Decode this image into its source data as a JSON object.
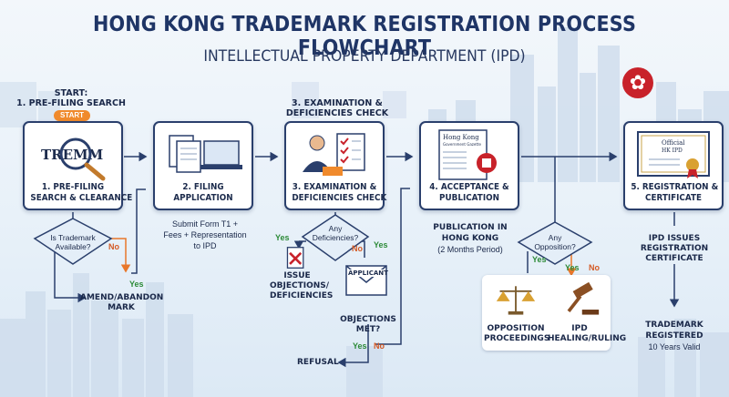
{
  "header": {
    "title": "HONG KONG TRADEMARK REGISTRATION PROCESS FLOWCHART",
    "subtitle": "INTELLECTUAL PROPERTY DEPARTMENT (IPD)"
  },
  "start": {
    "heading_line1": "START:",
    "heading_line2": "1. PRE-FILING SEARCH",
    "pill": "START"
  },
  "steps": [
    {
      "line1": "1. PRE-FILING",
      "line2": "SEARCH & CLEARANCE",
      "art_text": "TREMM"
    },
    {
      "line1": "2. FILING",
      "line2": "APPLICATION"
    },
    {
      "line1": "3. EXAMINATION &",
      "line2": "DEFICIENCIES CHECK"
    },
    {
      "line1": "4. ACCEPTANCE &",
      "line2": "PUBLICATION",
      "art_text_1": "Hong Kong",
      "art_text_2": "Government Gazette"
    },
    {
      "line1": "5. REGISTRATION &",
      "line2": "CERTIFICATE",
      "art_text_1": "Official",
      "art_text_2": "HK IPD"
    }
  ],
  "exam_heading": {
    "line1": "3. EXAMINATION &",
    "line2": "DEFICIENCIES CHECK"
  },
  "decisions": {
    "available": {
      "line1": "Is Trademark",
      "line2": "Available?",
      "no": "No",
      "yes": "Yes"
    },
    "deficiencies": {
      "line1": "Any",
      "line2": "Deficiencies?",
      "yes": "Yes",
      "no": "No",
      "yes2": "Yes"
    },
    "objections_met": {
      "line1": "OBJECTIONS",
      "line2": "MET?",
      "yes": "Yes",
      "no": "No"
    },
    "opposition": {
      "line1": "Any",
      "line2": "Opposition?",
      "yes": "Yes",
      "yes2": "Yes",
      "no": "No"
    }
  },
  "notes": {
    "amend": {
      "line1": "AMEND/ABANDON",
      "line2": "MARK"
    },
    "filing": {
      "line1": "Submit Form T1 +",
      "line2": "Fees + Representation",
      "line3": "to IPD"
    },
    "issue": {
      "line1": "ISSUE",
      "line2": "OBJECTIONS/",
      "line3": "DEFICIENCIES"
    },
    "applicant": "APPLICANT",
    "refusal": "REFUSAL",
    "publication": {
      "line1": "PUBLICATION IN",
      "line2": "HONG KONG",
      "line3": "(2 Months Period)"
    },
    "ipd_issues": {
      "line1": "IPD ISSUES",
      "line2": "REGISTRATION",
      "line3": "CERTIFICATE"
    },
    "registered": {
      "line1": "TRADEMARK",
      "line2": "REGISTERED",
      "line3": "10 Years Valid"
    },
    "opposition_proc": {
      "line1": "OPPOSITION",
      "line2": "PROCEEDINGS"
    },
    "ipd_ruling": {
      "line1": "IPD",
      "line2": "HEALING/RULING"
    }
  },
  "colors": {
    "navy": "#1f3566",
    "green": "#2c8a37",
    "orange": "#e8772a",
    "red": "#c8222a"
  },
  "icons": [
    "magnifier-icon",
    "documents-laptop-icon",
    "examiner-checklist-icon",
    "gazette-icon",
    "certificate-icon",
    "scales-icon",
    "gavel-icon",
    "objection-document-icon",
    "envelope-icon",
    "hk-emblem-icon"
  ]
}
